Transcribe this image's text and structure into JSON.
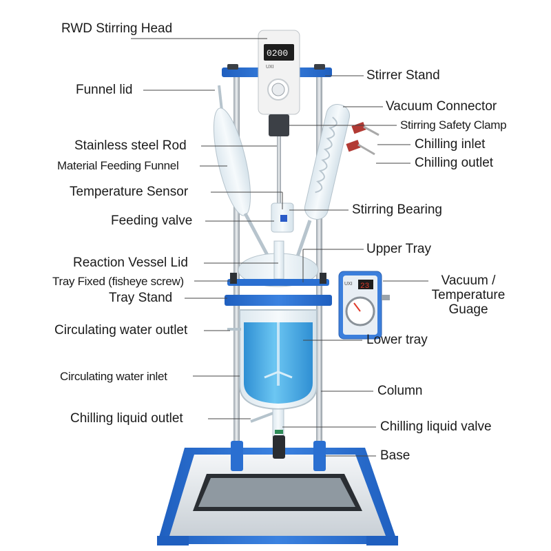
{
  "labels": {
    "rwd_stirring_head": "RWD Stirring Head",
    "stirrer_stand": "Stirrer Stand",
    "funnel_lid": "Funnel lid",
    "vacuum_connector": "Vacuum Connector",
    "stirring_safety_clamp": "Stirring Safety Clamp",
    "stainless_steel_rod": "Stainless steel Rod",
    "chilling_inlet": "Chilling inlet",
    "material_feeding_funnel": "Material Feeding Funnel",
    "chilling_outlet": "Chilling outlet",
    "temperature_sensor": "Temperature Sensor",
    "stirring_bearing": "Stirring Bearing",
    "feeding_valve": "Feeding valve",
    "upper_tray": "Upper Tray",
    "reaction_vessel_lid": "Reaction Vessel Lid",
    "tray_fixed": "Tray Fixed (fisheye screw)",
    "vacuum_temperature_gauge": "Vacuum / Temperature Guage",
    "tray_stand": "Tray Stand",
    "circulating_water_outlet": "Circulating water outlet",
    "lower_tray": "Lower tray",
    "circulating_water_inlet": "Circulating water inlet",
    "column": "Column",
    "chilling_liquid_outlet": "Chilling liquid outlet",
    "chilling_liquid_valve": "Chilling liquid valve",
    "base": "Base"
  },
  "device": {
    "stirrer_display": "0200",
    "stirrer_brand": "UXI",
    "gauge_display": "23",
    "gauge_brand": "UXI"
  },
  "colors": {
    "frame_blue": "#2a6fd1",
    "liquid_blue": "#4fb2ea",
    "glass": "#e9f1f6",
    "stirrer_body": "#f3f3f3",
    "display_bg": "#1d1d1d",
    "gauge_red": "#e03a2a"
  }
}
